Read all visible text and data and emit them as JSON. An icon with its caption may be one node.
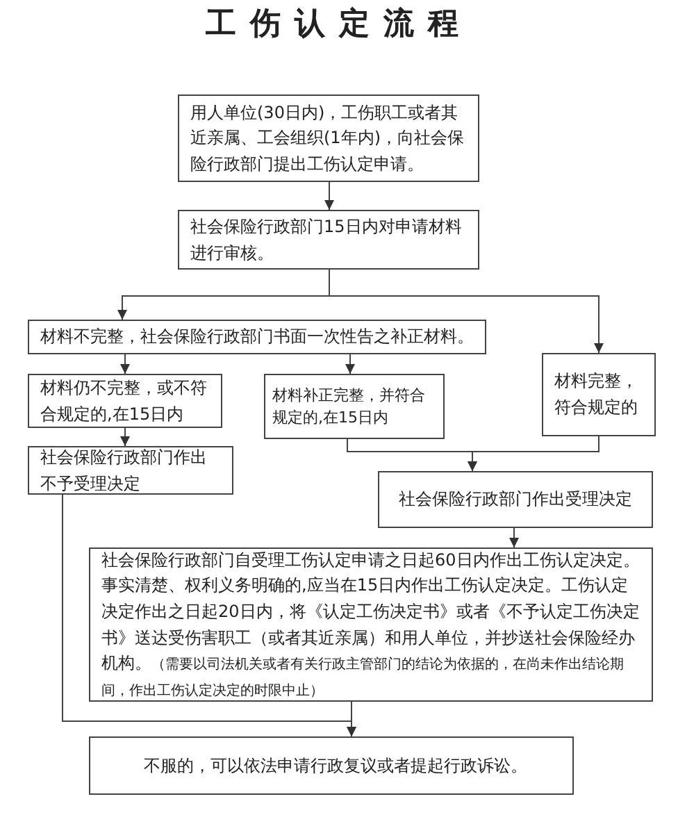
{
  "diagram": {
    "title": "工伤认定流程",
    "nodes": [
      {
        "text": [
          "用人单位(30日内)，工伤职工或者其近亲属、工会组织(1年内)，向社会保险行政部门提出工伤认定申请。"
        ]
      },
      {
        "text": [
          "社会保险行政部门15日内对申请材料进行审核。"
        ]
      },
      {
        "text": [
          "材料不完整，社会保险行政部门书面一次性告之补正材料。"
        ]
      },
      {
        "text": [
          "材料仍不完整，或不符合规定的,在15日内"
        ]
      },
      {
        "text": [
          "材料补正完整，并符合规定的,在15日内"
        ]
      },
      {
        "text": [
          "材料完整，符合规定的"
        ]
      },
      {
        "text": [
          "社会保险行政部门作出不予受理决定"
        ]
      },
      {
        "text": [
          "社会保险行政部门作出受理决定"
        ]
      },
      {
        "text": [
          "社会保险行政部门自受理工伤认定申请之日起60日内作出工伤认定决定。事实清楚、权利义务明确的,应当在15日内作出工伤认定决定。工伤认定决定作出之日起20日内，将《认定工伤决定书》或者《不予认定工伤决定书》送达受伤害职工（或者其近亲属）和用人单位，并抄送社会保险经办机构。",
          "（需要以司法机关或者有关行政主管部门的结论为依据的，在尚未作出结论期间，作出工伤认定决定的时限中止）"
        ]
      },
      {
        "text": [
          "不服的，可以依法申请行政复议或者提起行政诉讼。"
        ]
      }
    ],
    "edges": [
      {
        "from": 0,
        "to": 1,
        "arrow": "to"
      },
      {
        "from": 1,
        "to": 2,
        "arrow": "to"
      },
      {
        "from": 1,
        "to": 5,
        "arrow": "to"
      },
      {
        "from": 2,
        "to": 3,
        "arrow": "to"
      },
      {
        "from": 2,
        "to": 4,
        "arrow": "to"
      },
      {
        "from": 3,
        "to": 6,
        "arrow": "to"
      },
      {
        "from": 4,
        "to": 7,
        "arrow": "to"
      },
      {
        "from": 5,
        "to": 7,
        "arrow": "to"
      },
      {
        "from": 7,
        "to": 8,
        "arrow": "to"
      },
      {
        "from": 6,
        "to": 9,
        "arrow": "to"
      },
      {
        "from": 8,
        "to": 9,
        "arrow": "to"
      }
    ]
  }
}
